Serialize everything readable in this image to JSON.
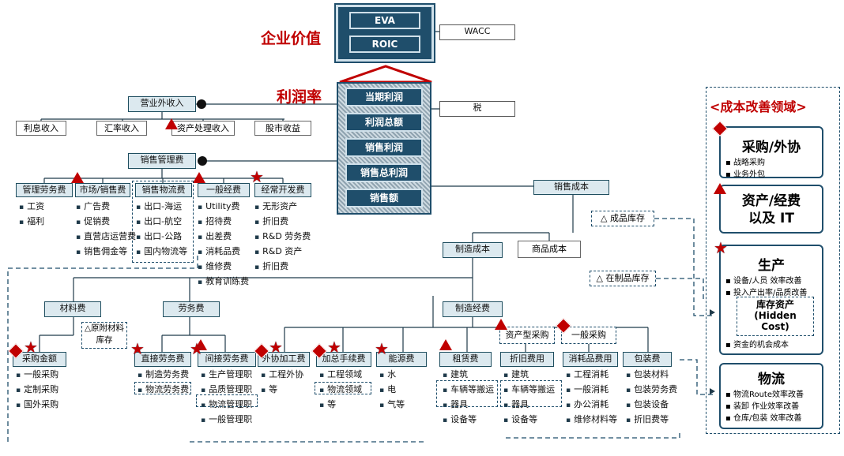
{
  "top": {
    "enterprise_value": "企业价值",
    "profit_rate": "利润率",
    "eva": "EVA",
    "roic": "ROIC",
    "wacc": "WACC",
    "tax": "税"
  },
  "profit_stack": [
    "当期利润",
    "利润总额",
    "销售利润",
    "销售总利润",
    "销售额"
  ],
  "non_op": {
    "title": "营业外收入",
    "items": [
      "利息收入",
      "汇率收入",
      "资产处理收入",
      "股市收益"
    ]
  },
  "sga": {
    "title": "销售管理费",
    "cats": [
      "管理劳务费",
      "市场/销售费",
      "销售物流费",
      "一般经费",
      "经常开发费"
    ],
    "lists": [
      [
        "工资",
        "福利"
      ],
      [
        "广告费",
        "促销费",
        "直营店运营费",
        "销售佣金等"
      ],
      [
        "出口-海运",
        "出口-航空",
        "出口-公路",
        "国内物流等"
      ],
      [
        "Utility费",
        "招待费",
        "出差费",
        "消耗品费",
        "维修费",
        "教育训练费"
      ],
      [
        "无形资产",
        "折旧费",
        "R&D 劳务费",
        "R&D 资产",
        "折旧费"
      ]
    ]
  },
  "cogs": {
    "title": "销售成本",
    "finished_inv": "△ 成品库存",
    "mfg_cost": "制造成本",
    "goods_cost": "商品成本",
    "wip_inv": "△ 在制品库存"
  },
  "level3": {
    "material": "材料费",
    "labor": "劳务费",
    "overhead": "制造经费",
    "raw_inv": "△原附材料库存",
    "asset_purchase": "资产型采购",
    "general_purchase": "一般采购"
  },
  "leaves": [
    {
      "title": "采购金额",
      "items": [
        "一般采购",
        "定制采购",
        "国外采购"
      ]
    },
    {
      "title": "直接劳务费",
      "items": [
        "制造劳务费",
        "物流劳务费"
      ]
    },
    {
      "title": "间接劳务费",
      "items": [
        "生产管理职",
        "品质管理职",
        "物流管理职",
        "一般管理职"
      ]
    },
    {
      "title": "外协加工费",
      "items": [
        "工程外协",
        "等"
      ]
    },
    {
      "title": "加总手续费",
      "items": [
        "工程领域",
        "物流领域",
        "等"
      ]
    },
    {
      "title": "能源费",
      "items": [
        "水",
        "电",
        "气等"
      ]
    },
    {
      "title": "租赁费",
      "items": [
        "建筑",
        "车辆等搬运",
        "器具",
        "设备等"
      ]
    },
    {
      "title": "折旧费用",
      "items": [
        "建筑",
        "车辆等搬运",
        "器具",
        "设备等"
      ]
    },
    {
      "title": "消耗品费用",
      "items": [
        "工程消耗",
        "一般消耗",
        "办公消耗",
        "维修材料等"
      ]
    },
    {
      "title": "包装费",
      "items": [
        "包装材料",
        "包装劳务费",
        "包装设备",
        "折旧费等"
      ]
    }
  ],
  "panel": {
    "header": "<成本改善领域>",
    "sections": [
      {
        "title": "采购/外协",
        "items": [
          "战略采购",
          "业务外包"
        ]
      },
      {
        "title": "资产/经费\n以及 IT",
        "items": []
      },
      {
        "title": "生产",
        "items": [
          "设备/人员 效率改善",
          "投入产出率/品质改善",
          "资金的机会成本"
        ]
      },
      {
        "title": "物流",
        "items": [
          "物流Route效率改善",
          "装卸 作业效率改善",
          "仓库/包装 效率改善"
        ]
      }
    ],
    "hidden_cost": "库存资产\n(Hidden\nCost)"
  },
  "colors": {
    "accent_red": "#c00000",
    "navy": "#1f4e6b",
    "box_fill": "#dce9ef"
  }
}
